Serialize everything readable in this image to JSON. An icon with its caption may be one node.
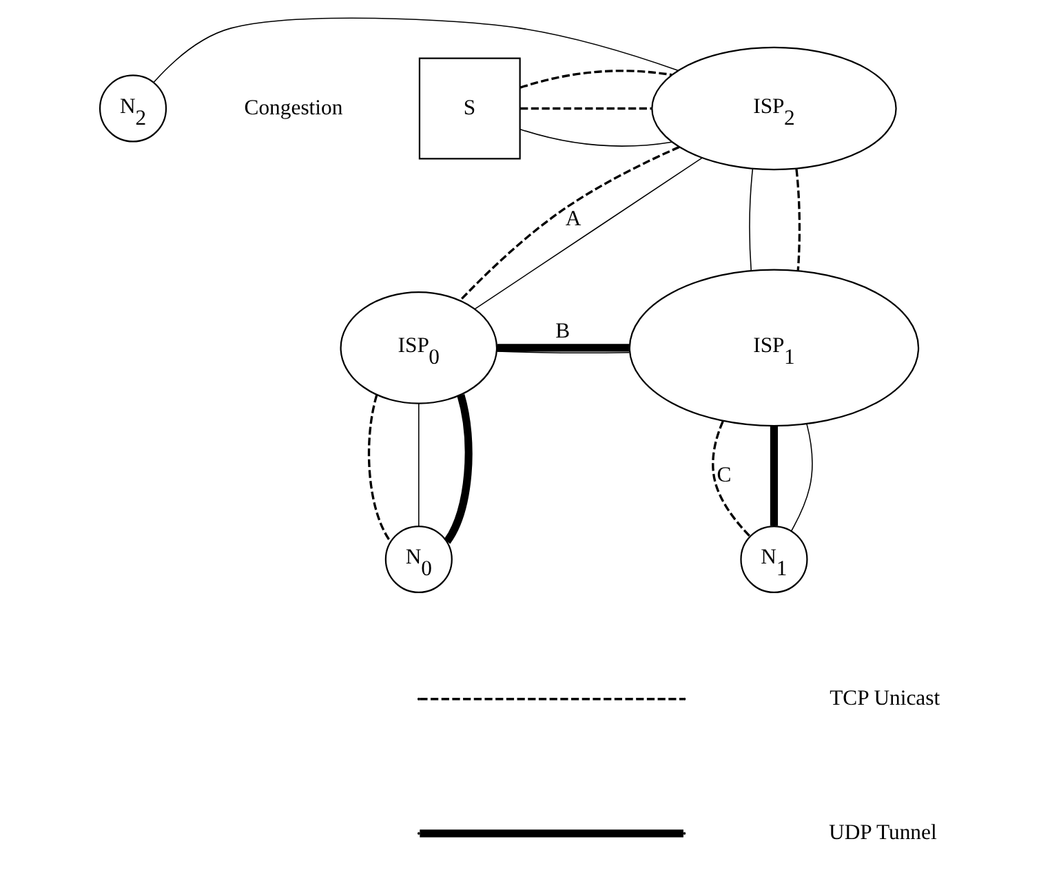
{
  "diagram": {
    "nodes": [
      {
        "text": [
          "N$_{2}$"
        ]
      },
      {
        "text": [
          "ISP$_{2}$"
        ]
      },
      {
        "text": [
          "S"
        ]
      },
      {
        "text": [
          "ISP$_{0}$"
        ]
      },
      {
        "text": [
          "ISP$_{1}$"
        ]
      },
      {
        "text": [
          "N$_{0}$"
        ]
      },
      {
        "text": [
          "N$_{1}$"
        ]
      }
    ],
    "edges": [
      {
        "from": 0,
        "to": 1,
        "arrow": "none"
      },
      {
        "from": 2,
        "to": 1,
        "arrow": "none"
      },
      {
        "from": 1,
        "to": 3,
        "arrow": "none"
      },
      {
        "from": 1,
        "to": 4,
        "arrow": "none"
      },
      {
        "from": 3,
        "to": 4,
        "arrow": "none"
      },
      {
        "from": 5,
        "to": 3,
        "arrow": "none"
      },
      {
        "from": 4,
        "to": 6,
        "arrow": "none"
      },
      {
        "from": 2,
        "to": 1,
        "arrow": "none",
        "style": "dashed"
      },
      {
        "from": 2,
        "to": 1,
        "arrow": "none",
        "style": "dashed"
      },
      {
        "from": 1,
        "to": 3,
        "arrow": "none",
        "style": "dashed",
        "label": "A"
      },
      {
        "from": 3,
        "to": 5,
        "arrow": "none",
        "style": "dashed"
      },
      {
        "from": 1,
        "to": 4,
        "arrow": "none",
        "style": "dashed"
      },
      {
        "from": 4,
        "to": 6,
        "arrow": "none",
        "style": "dashed",
        "label": "C"
      },
      {
        "from": 5,
        "to": 3,
        "arrow": "none",
        "style": "thick"
      },
      {
        "from": 3,
        "to": 4,
        "arrow": "none",
        "style": "thick",
        "label": "B"
      },
      {
        "from": 4,
        "to": 6,
        "arrow": "none",
        "style": "thick"
      }
    ],
    "labels": [
      "Congestion"
    ],
    "legend": [
      {
        "text": "TCP Unicast"
      },
      {
        "text": "UDP Tunnel"
      }
    ]
  }
}
